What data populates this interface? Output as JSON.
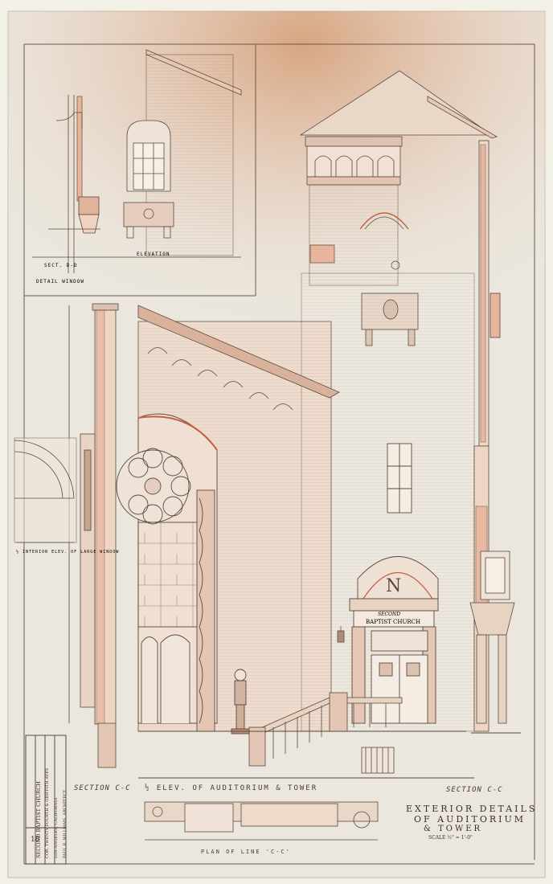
{
  "sheet": {
    "church_sign": [
      "SECOND",
      "BAPTIST CHURCH"
    ],
    "titles": {
      "main_elevation": "½ ELEV. OF AUDITORIUM & TOWER",
      "section_left": "SECTION  C-C",
      "section_right": "SECTION  C-C",
      "plan": "PLAN OF LINE  'C-C'",
      "interior_elev": "½ INTERIOR ELEV. OF LARGE WINDOW",
      "upper_elevation": "ELEVATION",
      "upper_section": "SECT. D-D",
      "detail_window": "DETAIL WINDOW"
    },
    "sheet_title": [
      "EXTERIOR DETAILS",
      "OF AUDITORIUM",
      "& TOWER"
    ],
    "scale": "SCALE ½\" = 1'-0\"",
    "title_block": [
      "SECOND BAPTIST CHURCH",
      "COR. TWENTY FOURTH & GRIFFITH AVES",
      "LOS ANGELES, CALIFORNIA",
      "PAUL R. WILLIAMS, ARCHITECT"
    ],
    "sheet_number": "18"
  },
  "colors": {
    "paper": "#f1eee6",
    "ink": "#4a3b30",
    "stain": "#d9a07a",
    "wash": "#e7b59b"
  }
}
